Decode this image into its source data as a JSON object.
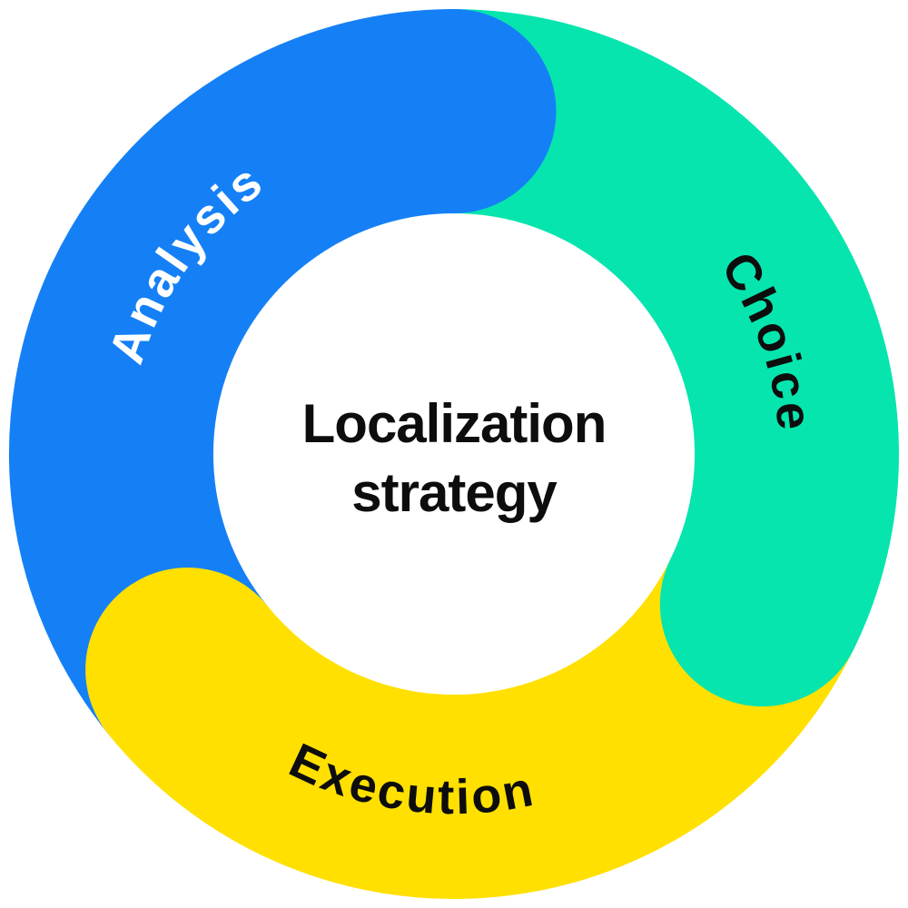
{
  "diagram": {
    "type": "cycle-donut",
    "background_color": "#ffffff",
    "center": {
      "title": "Localization strategy",
      "title_lines": [
        "Localization",
        "strategy"
      ],
      "text_color": "#0d0d0d",
      "fill_color": "#ffffff"
    },
    "flow_order": [
      "Analysis",
      "Choice",
      "Execution"
    ],
    "flow_direction": "clockwise",
    "segments": [
      {
        "label": "Analysis",
        "color": "#1580f6",
        "text_color": "#ffffff",
        "start_angle_deg": 231,
        "end_angle_deg": 360,
        "position": "upper-left"
      },
      {
        "label": "Choice",
        "color": "#06e5ae",
        "text_color": "#0d0d0d",
        "start_angle_deg": 0,
        "end_angle_deg": 116,
        "position": "right"
      },
      {
        "label": "Execution",
        "color": "#ffe000",
        "text_color": "#0d0d0d",
        "start_angle_deg": 116,
        "end_angle_deg": 231,
        "position": "bottom"
      }
    ]
  }
}
